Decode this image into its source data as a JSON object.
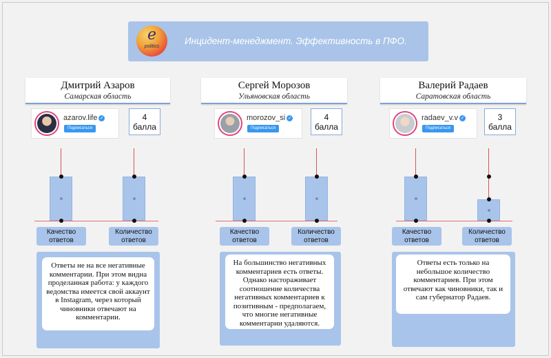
{
  "header": {
    "logo_letter": "e",
    "logo_word": "politics",
    "title": "Инцидент-менеджмент. Эффективность в ПФО."
  },
  "bar_labels": {
    "quality": "Качество ответов",
    "quantity": "Количество ответов"
  },
  "follow_label": "Подписаться",
  "people": [
    {
      "name": "Дмитрий Азаров",
      "region": "Самарская область",
      "handle": "azarov.life",
      "score_value": "4",
      "score_unit": "балла",
      "description": "Ответы не на все негативные комментарии. При этом видна проделанная работа: у каждого ведомства имеется свой аккаунт в Instagram, через который чиновники отвечают на комментарии."
    },
    {
      "name": "Сергей Морозов",
      "region": "Ульяновская область",
      "handle": "morozov_si",
      "score_value": "4",
      "score_unit": "балла",
      "description": "На большинство негативных комментариев есть ответы. Однако настораживает соотношение количества негативных комментариев к позитивным - предполагаем, что многие негативные комментарии удаляются."
    },
    {
      "name": "Валерий Радаев",
      "region": "Саратовская область",
      "handle": "radaev_v.v",
      "score_value": "3",
      "score_unit": "балла",
      "description": "Ответы есть только на небольшое количество комментариев. При этом отвечают как чиновники, так и сам губернатор Радаев."
    }
  ],
  "chart_data": {
    "type": "bar",
    "categories": [
      "Качество ответов",
      "Количество ответов"
    ],
    "series": [
      {
        "name": "Дмитрий Азаров",
        "values": [
          1.0,
          1.0
        ]
      },
      {
        "name": "Сергей Морозов",
        "values": [
          1.0,
          1.0
        ]
      },
      {
        "name": "Валерий Радаев",
        "values": [
          1.0,
          0.48
        ]
      }
    ],
    "ylim": [
      0,
      1
    ]
  },
  "colors": {
    "accent": "#a9c4ea",
    "line": "#d9534f",
    "instagram_ring": "#e0457b",
    "verified": "#3897f0"
  }
}
